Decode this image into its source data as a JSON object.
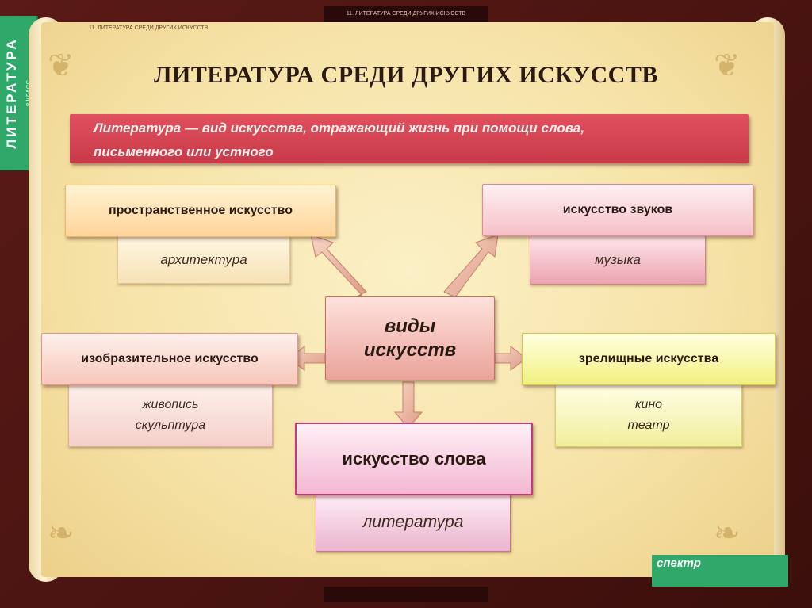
{
  "side_tab": {
    "subject": "ЛИТЕРАТУРА",
    "grade": "8 КЛАСС"
  },
  "top_strip": "11. ЛИТЕРАТУРА СРЕДИ ДРУГИХ ИСКУССТВ",
  "scroll_header": "11. ЛИТЕРАТУРА СРЕДИ ДРУГИХ ИСКУССТВ",
  "title": "ЛИТЕРАТУРА СРЕДИ ДРУГИХ ИСКУССТВ",
  "definition": {
    "line1": "Литература — вид искусства, отражающий жизнь при помощи слова,",
    "line2": "письменного или устного"
  },
  "center": {
    "line1": "виды",
    "line2": "искусств"
  },
  "nodes": {
    "spatial": {
      "label": "пространственное искусство",
      "sub": "архитектура"
    },
    "sound": {
      "label": "искусство звуков",
      "sub": "музыка"
    },
    "visual": {
      "label": "изобразительное искусство",
      "sub1": "живопись",
      "sub2": "скульптура"
    },
    "spectacle": {
      "label": "зрелищные искусства",
      "sub1": "кино",
      "sub2": "театр"
    },
    "word": {
      "label": "искусство слова",
      "sub": "литература"
    }
  },
  "logo": {
    "brand": "спектр",
    "text": ""
  },
  "colors": {
    "frame": "#4a1512",
    "parchment": "#f6e2a6",
    "definition": "#d84a58",
    "tab": "#2fa86a"
  }
}
